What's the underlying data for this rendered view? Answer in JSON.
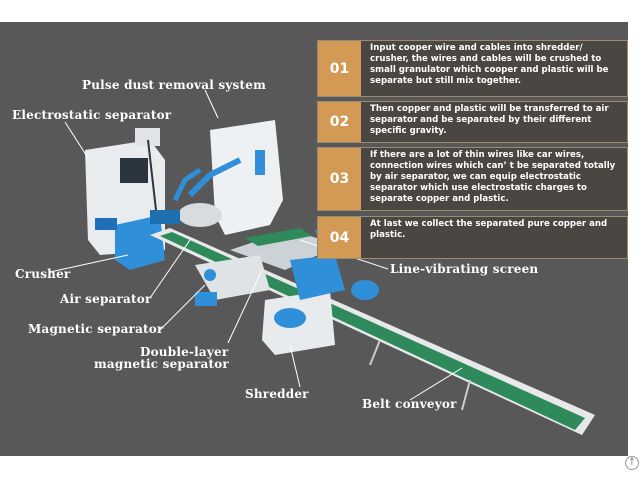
{
  "steps": [
    {
      "num": "01",
      "text": "Input cooper wire and cables into shredder/ crusher, the wires and cables will be crushed to small granulator which cooper and plastic will be separate but still mix together."
    },
    {
      "num": "02",
      "text": "Then copper and plastic will be transferred to air separator and be separated by their different specific gravity."
    },
    {
      "num": "03",
      "text": " If there are a lot of thin wires like car wires, connection wires which can’  t be separated totally by air separator, we can equip electrostatic separator which use electrostatic charges to separate copper and plastic."
    },
    {
      "num": "04",
      "text": "At last we collect the separated pure copper and plastic."
    }
  ],
  "labels": {
    "pulse_dust": "Pulse dust removal system",
    "electrostatic": "Electrostatic separator",
    "crusher": "Crusher",
    "air_separator": "Air separator",
    "magnetic": "Magnetic separator",
    "double_layer_1": "Double-layer",
    "double_layer_2": "magnetic separator",
    "shredder": "Shredder",
    "belt_conveyor": "Belt conveyor",
    "line_vibrating": "Line-vibrating screen"
  },
  "colors": {
    "background": "#585858",
    "accent": "#d39a55",
    "belt": "#2e8a5a",
    "machine_blue": "#2f8fd8"
  }
}
